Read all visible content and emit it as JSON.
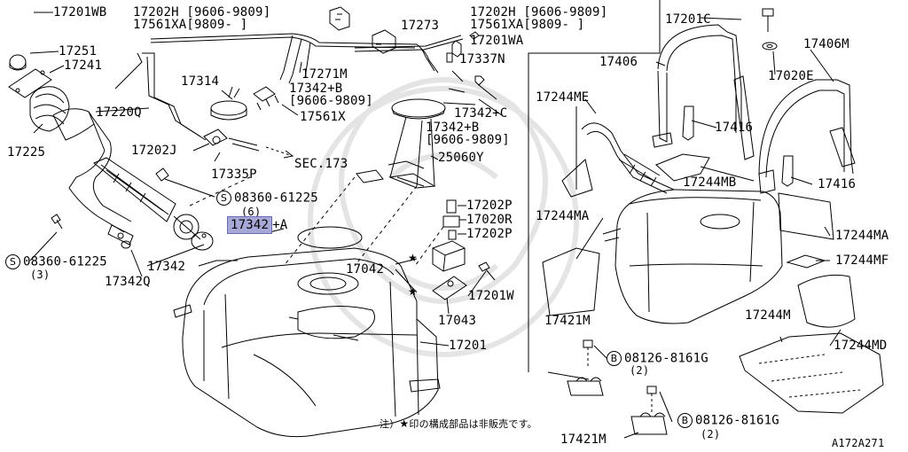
{
  "parts": {
    "p17201WB": "17201WB",
    "p17251": "17251",
    "p17241": "17241",
    "p17225": "17225",
    "p17220Q": "17220Q",
    "p17202J": "17202J",
    "p17335P": "17335P",
    "p17314": "17314",
    "p17202H_a": "17202H [9606-9809]",
    "p17561XA_a": "17561XA[9809-    ]",
    "p17273": "17273",
    "p17202H_b": "17202H [9606-9809]",
    "p17561XA_b": "17561XA[9809-    ]",
    "p17201WA": "17201WA",
    "p17271M": "17271M",
    "p17337N": "17337N",
    "p17342B_a": "17342+B",
    "p9606_a": "[9606-9809]",
    "p17561X": "17561X",
    "p17342C": "17342+C",
    "p17342B_b": "17342+B",
    "p9606_b": "[9606-9809]",
    "p25060Y": "25060Y",
    "sec173": "SEC.173",
    "p08360_a": "08360-61225",
    "qty6": "(6)",
    "p17342": "17342",
    "p17342A_suffix": "+A",
    "p08360_b": "08360-61225",
    "qty3": "(3)",
    "p17342_b": "17342",
    "p17342Q": "17342Q",
    "p17202P_a": "17202P",
    "p17020R": "17020R",
    "p17202P_b": "17202P",
    "p17042": "17042",
    "p17201W": "17201W",
    "p17043": "17043",
    "p17201": "17201",
    "p17201C": "17201C",
    "p17406M": "17406M",
    "p17406": "17406",
    "p17020E": "17020E",
    "p17244ME": "17244ME",
    "p17416_a": "17416",
    "p17416_b": "17416",
    "p17244MB": "17244MB",
    "p17244MA_a": "17244MA",
    "p17244MA_b": "17244MA",
    "p17244MF": "17244MF",
    "p17421M_a": "17421M",
    "p08126_a": "08126-8161G",
    "qty2_a": "(2)",
    "p17244M": "17244M",
    "p17244MD": "17244MD",
    "p08126_b": "08126-8161G",
    "qty2_b": "(2)",
    "p17421M_b": "17421M",
    "s_mark": "S",
    "b_mark": "B",
    "star": "★",
    "note_prefix": "注）",
    "note_text": "印の構成部品は非販売です。",
    "diagram_id": "A172A271"
  },
  "colors": {
    "highlight": "#a8a8d8",
    "line": "#000000"
  }
}
